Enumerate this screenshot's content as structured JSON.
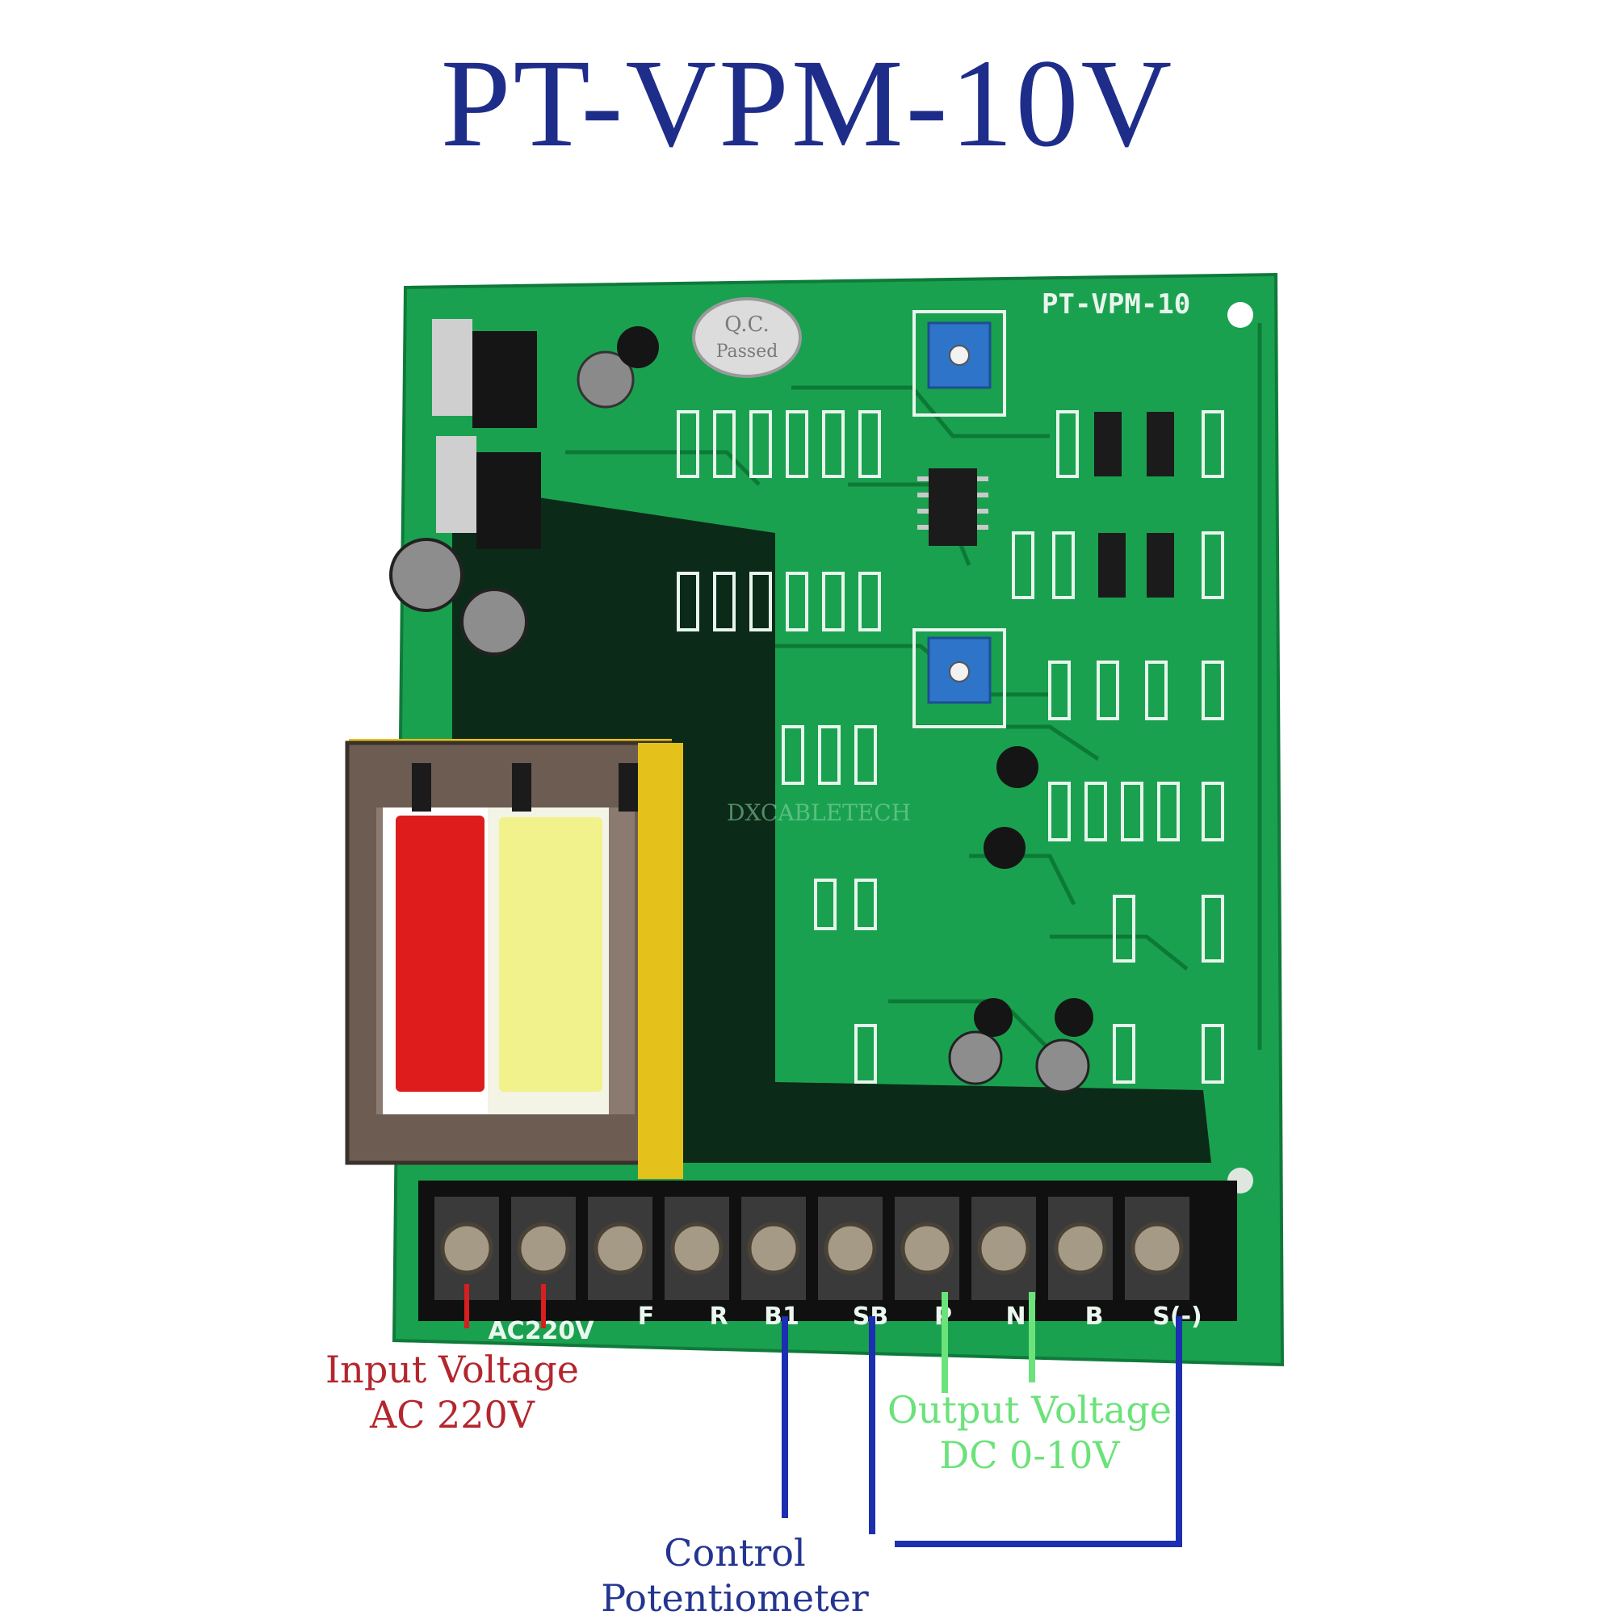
{
  "title": "PT-VPM-10V",
  "board": {
    "silkscreen_model": "PT-VPM-10",
    "qc_sticker_top": "Q.C.",
    "qc_sticker_bottom": "Passed",
    "watermark": "DXCABLETECH",
    "terminal_labels": [
      "AC220V",
      "F",
      "R",
      "B1",
      "SB",
      "P",
      "N",
      "B",
      "S(-)"
    ]
  },
  "labels": {
    "input_voltage": "Input Voltage",
    "input_value": "AC 220V",
    "output_voltage": "Output Voltage",
    "output_value": "DC 0-10V",
    "control_line1": "Control",
    "control_line2": "Potentiometer"
  },
  "colors": {
    "title": "#1f2d8a",
    "pcb": "#1aa150",
    "input_wire": "#d81e1e",
    "output_wire": "#6be27a",
    "control_wire": "#1c2fb0"
  }
}
